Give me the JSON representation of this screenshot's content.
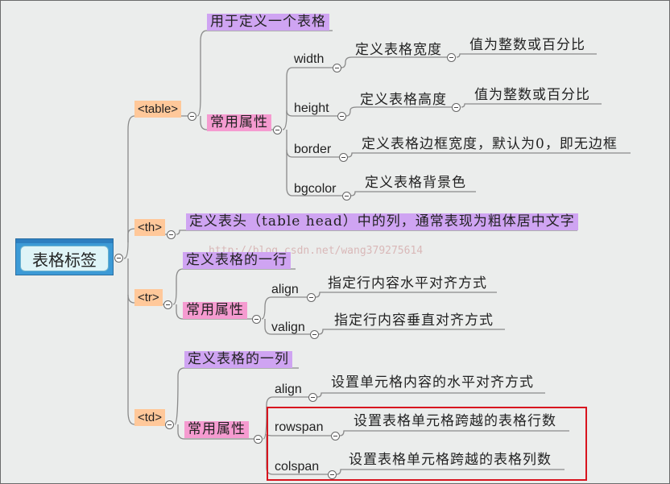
{
  "root": {
    "label": "表格标签"
  },
  "watermark": "http://blog.csdn.net/wang379275614",
  "branches": {
    "table": {
      "tag": "<table>",
      "desc": "用于定义一个表格",
      "attrs_label": "常用属性",
      "attrs": [
        {
          "name": "width",
          "desc": "定义表格宽度",
          "note": "值为整数或百分比"
        },
        {
          "name": "height",
          "desc": "定义表格高度",
          "note": "值为整数或百分比"
        },
        {
          "name": "border",
          "desc": "定义表格边框宽度，默认为0，即无边框"
        },
        {
          "name": "bgcolor",
          "desc": "定义表格背景色"
        }
      ]
    },
    "th": {
      "tag": "<th>",
      "desc": "定义表头（table head）中的列，通常表现为粗体居中文字"
    },
    "tr": {
      "tag": "<tr>",
      "desc": "定义表格的一行",
      "attrs_label": "常用属性",
      "attrs": [
        {
          "name": "align",
          "desc": "指定行内容水平对齐方式"
        },
        {
          "name": "valign",
          "desc": "指定行内容垂直对齐方式"
        }
      ]
    },
    "td": {
      "tag": "<td>",
      "desc": "定义表格的一列",
      "attrs_label": "常用属性",
      "attrs": [
        {
          "name": "align",
          "desc": "设置单元格内容的水平对齐方式"
        },
        {
          "name": "rowspan",
          "desc": "设置表格单元格跨越的表格行数"
        },
        {
          "name": "colspan",
          "desc": "设置表格单元格跨越的表格列数"
        }
      ]
    }
  },
  "colors": {
    "tag": "#ffc89a",
    "description": "#cfa4f2",
    "attributes": "#f59bd0",
    "highlight": "#d8141e",
    "root": "#3c9ad6"
  }
}
